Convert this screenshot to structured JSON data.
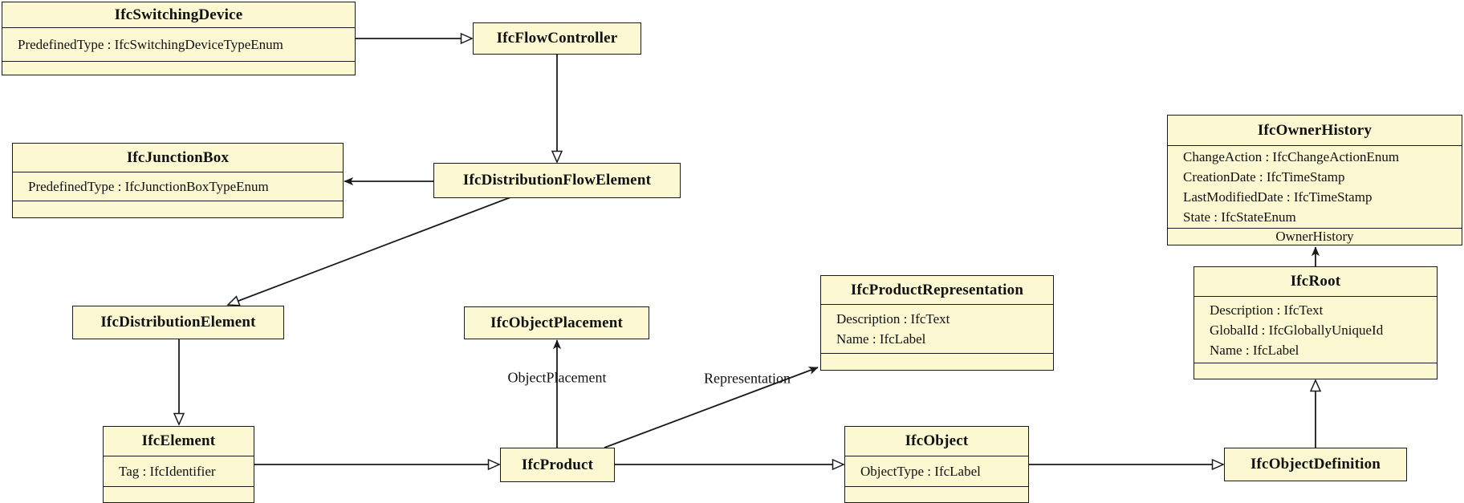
{
  "diagram": {
    "colors": {
      "node_fill": "#FBF8D2",
      "node_border": "#1a1a1a",
      "background": "#ffffff"
    },
    "classes": [
      {
        "name": "IfcSwitchingDevice",
        "attributes": [
          "PredefinedType : IfcSwitchingDeviceTypeEnum"
        ],
        "footer": ""
      },
      {
        "name": "IfcFlowController",
        "attributes": [],
        "footer": ""
      },
      {
        "name": "IfcJunctionBox",
        "attributes": [
          "PredefinedType : IfcJunctionBoxTypeEnum"
        ],
        "footer": ""
      },
      {
        "name": "IfcDistributionFlowElement",
        "attributes": [],
        "footer": ""
      },
      {
        "name": "IfcDistributionElement",
        "attributes": [],
        "footer": ""
      },
      {
        "name": "IfcObjectPlacement",
        "attributes": [],
        "footer": ""
      },
      {
        "name": "IfcProductRepresentation",
        "attributes": [
          "Description : IfcText",
          "Name : IfcLabel"
        ],
        "footer": ""
      },
      {
        "name": "IfcOwnerHistory",
        "attributes": [
          "ChangeAction : IfcChangeActionEnum",
          "CreationDate : IfcTimeStamp",
          "LastModifiedDate : IfcTimeStamp",
          "State : IfcStateEnum"
        ],
        "footer": "OwnerHistory"
      },
      {
        "name": "IfcRoot",
        "attributes": [
          "Description : IfcText",
          "GlobalId : IfcGloballyUniqueId",
          "Name : IfcLabel"
        ],
        "footer": ""
      },
      {
        "name": "IfcElement",
        "attributes": [
          "Tag : IfcIdentifier"
        ],
        "footer": ""
      },
      {
        "name": "IfcProduct",
        "attributes": [],
        "footer": ""
      },
      {
        "name": "IfcObject",
        "attributes": [
          "ObjectType : IfcLabel"
        ],
        "footer": ""
      },
      {
        "name": "IfcObjectDefinition",
        "attributes": [],
        "footer": ""
      }
    ],
    "edge_labels": {
      "object_placement": "ObjectPlacement",
      "representation": "Representation"
    },
    "relationships": [
      {
        "from": "IfcSwitchingDevice",
        "to": "IfcFlowController",
        "type": "inheritance",
        "label": ""
      },
      {
        "from": "IfcFlowController",
        "to": "IfcDistributionFlowElement",
        "type": "inheritance",
        "label": ""
      },
      {
        "from": "IfcDistributionFlowElement",
        "to": "IfcJunctionBox",
        "type": "arrow",
        "label": ""
      },
      {
        "from": "IfcDistributionFlowElement",
        "to": "IfcDistributionElement",
        "type": "inheritance",
        "label": ""
      },
      {
        "from": "IfcDistributionElement",
        "to": "IfcElement",
        "type": "inheritance",
        "label": ""
      },
      {
        "from": "IfcElement",
        "to": "IfcProduct",
        "type": "inheritance",
        "label": ""
      },
      {
        "from": "IfcProduct",
        "to": "IfcObjectPlacement",
        "type": "association",
        "label": "ObjectPlacement"
      },
      {
        "from": "IfcProduct",
        "to": "IfcProductRepresentation",
        "type": "association",
        "label": "Representation"
      },
      {
        "from": "IfcProduct",
        "to": "IfcObject",
        "type": "inheritance",
        "label": ""
      },
      {
        "from": "IfcObject",
        "to": "IfcObjectDefinition",
        "type": "inheritance",
        "label": ""
      },
      {
        "from": "IfcObjectDefinition",
        "to": "IfcRoot",
        "type": "inheritance",
        "label": ""
      },
      {
        "from": "IfcRoot",
        "to": "IfcOwnerHistory",
        "type": "association",
        "label": "OwnerHistory"
      }
    ]
  }
}
